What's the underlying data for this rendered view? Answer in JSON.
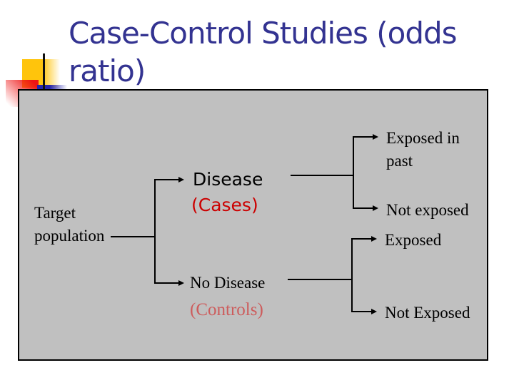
{
  "slide": {
    "title": [
      "Case-Control Studies (odds",
      "ratio)"
    ],
    "colors": {
      "title_text": "#333391",
      "panel_background": "#c0c0c0",
      "cases_text": "#cc0000",
      "controls_text": "#cd5c5c",
      "accent_yellow": "#ffc40c",
      "accent_red": "#ee1414",
      "accent_blue": "#2626ae"
    }
  },
  "diagram": {
    "root_label": "Target population",
    "branches": [
      {
        "label": "Disease",
        "sublabel": "(Cases)"
      },
      {
        "label": "No Disease",
        "sublabel": "(Controls)"
      }
    ],
    "leaves": [
      "Exposed in past",
      "Not exposed",
      "Exposed",
      "Not Exposed"
    ]
  }
}
